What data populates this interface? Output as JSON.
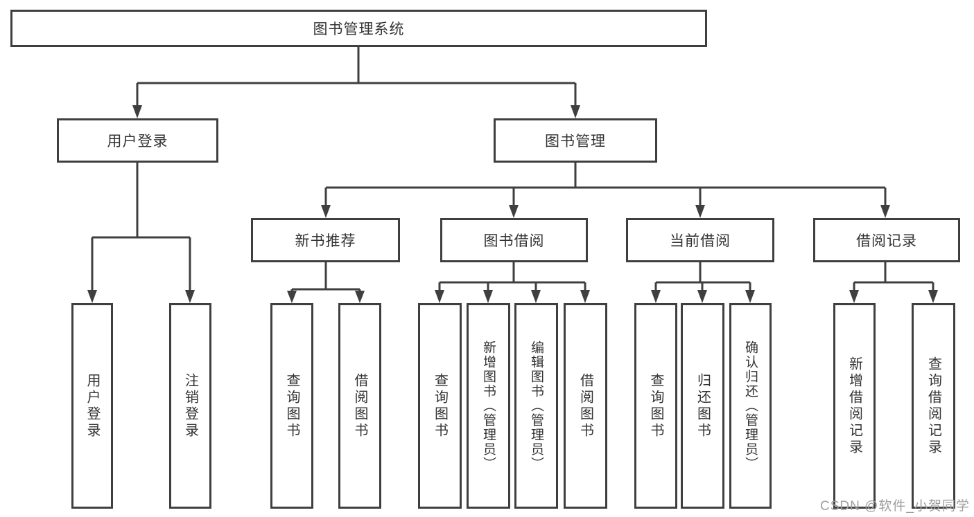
{
  "diagram": {
    "type": "hierarchy-tree",
    "root": {
      "label": "图书管理系统"
    },
    "level2": [
      {
        "label": "用户登录"
      },
      {
        "label": "图书管理"
      }
    ],
    "level3": [
      {
        "label": "新书推荐",
        "parent": "图书管理"
      },
      {
        "label": "图书借阅",
        "parent": "图书管理"
      },
      {
        "label": "当前借阅",
        "parent": "图书管理"
      },
      {
        "label": "借阅记录",
        "parent": "图书管理"
      }
    ],
    "leaves": [
      {
        "label": "用户登录",
        "parent": "用户登录"
      },
      {
        "label": "注销登录",
        "parent": "用户登录"
      },
      {
        "label": "查询图书",
        "parent": "新书推荐"
      },
      {
        "label": "借阅图书",
        "parent": "新书推荐"
      },
      {
        "label": "查询图书",
        "parent": "图书借阅"
      },
      {
        "label": "新增图书（管理员）",
        "parent": "图书借阅"
      },
      {
        "label": "编辑图书（管理员）",
        "parent": "图书借阅"
      },
      {
        "label": "借阅图书",
        "parent": "图书借阅"
      },
      {
        "label": "查询图书",
        "parent": "当前借阅"
      },
      {
        "label": "归还图书",
        "parent": "当前借阅"
      },
      {
        "label": "确认归还（管理员）",
        "parent": "当前借阅"
      },
      {
        "label": "新增借阅记录",
        "parent": "借阅记录"
      },
      {
        "label": "查询借阅记录",
        "parent": "借阅记录"
      }
    ]
  },
  "watermark": "CSDN @软件_小贺同学",
  "colors": {
    "line": "#3f3f3f",
    "box_border": "#3f3f3f",
    "box_background": "#ffffff",
    "text": "#333333",
    "watermark": "#9e9e9e",
    "page_background": "#ffffff"
  }
}
